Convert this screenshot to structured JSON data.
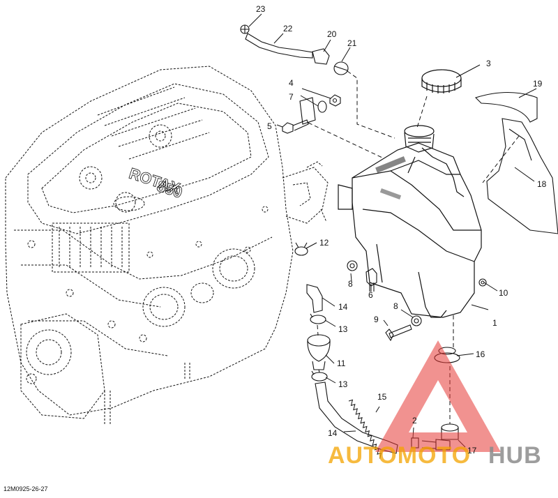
{
  "diagram": {
    "drawing_code": "12M0925-26-27",
    "parts": [
      {
        "number": "1",
        "part": "reservoir"
      },
      {
        "number": "2",
        "part": "small-clamp"
      },
      {
        "number": "3",
        "part": "reservoir-cap"
      },
      {
        "number": "4",
        "part": "nut"
      },
      {
        "number": "5",
        "part": "bolt"
      },
      {
        "number": "6",
        "part": "bolt"
      },
      {
        "number": "7",
        "part": "washer"
      },
      {
        "number": "8",
        "part": "washer-upper"
      },
      {
        "number": "8",
        "part": "washer-lower"
      },
      {
        "number": "9",
        "part": "bolt"
      },
      {
        "number": "10",
        "part": "nut"
      },
      {
        "number": "11",
        "part": "bellows-grommet"
      },
      {
        "number": "12",
        "part": "clamp"
      },
      {
        "number": "13",
        "part": "clamp-upper"
      },
      {
        "number": "13",
        "part": "clamp-lower"
      },
      {
        "number": "14",
        "part": "hose-upper"
      },
      {
        "number": "14",
        "part": "hose-lower"
      },
      {
        "number": "15",
        "part": "spring"
      },
      {
        "number": "16",
        "part": "grommet"
      },
      {
        "number": "17",
        "part": "drain-fitting"
      },
      {
        "number": "18",
        "part": "shield"
      },
      {
        "number": "19",
        "part": "trim-strip"
      },
      {
        "number": "20",
        "part": "fitting"
      },
      {
        "number": "21",
        "part": "check-valve"
      },
      {
        "number": "22",
        "part": "vent-hose"
      },
      {
        "number": "23",
        "part": "vent-fitting"
      }
    ],
    "engine_emblem": "ROTAX",
    "engine_emblem_model": "850"
  },
  "watermark": {
    "text_part1": "AUTOMOTO",
    "text_part2": "HUB",
    "colors": {
      "accent": "#e53935",
      "primary": "#f4a300",
      "secondary": "#8c8c8c"
    }
  },
  "colors": {
    "line": "#111111",
    "background": "#ffffff"
  }
}
